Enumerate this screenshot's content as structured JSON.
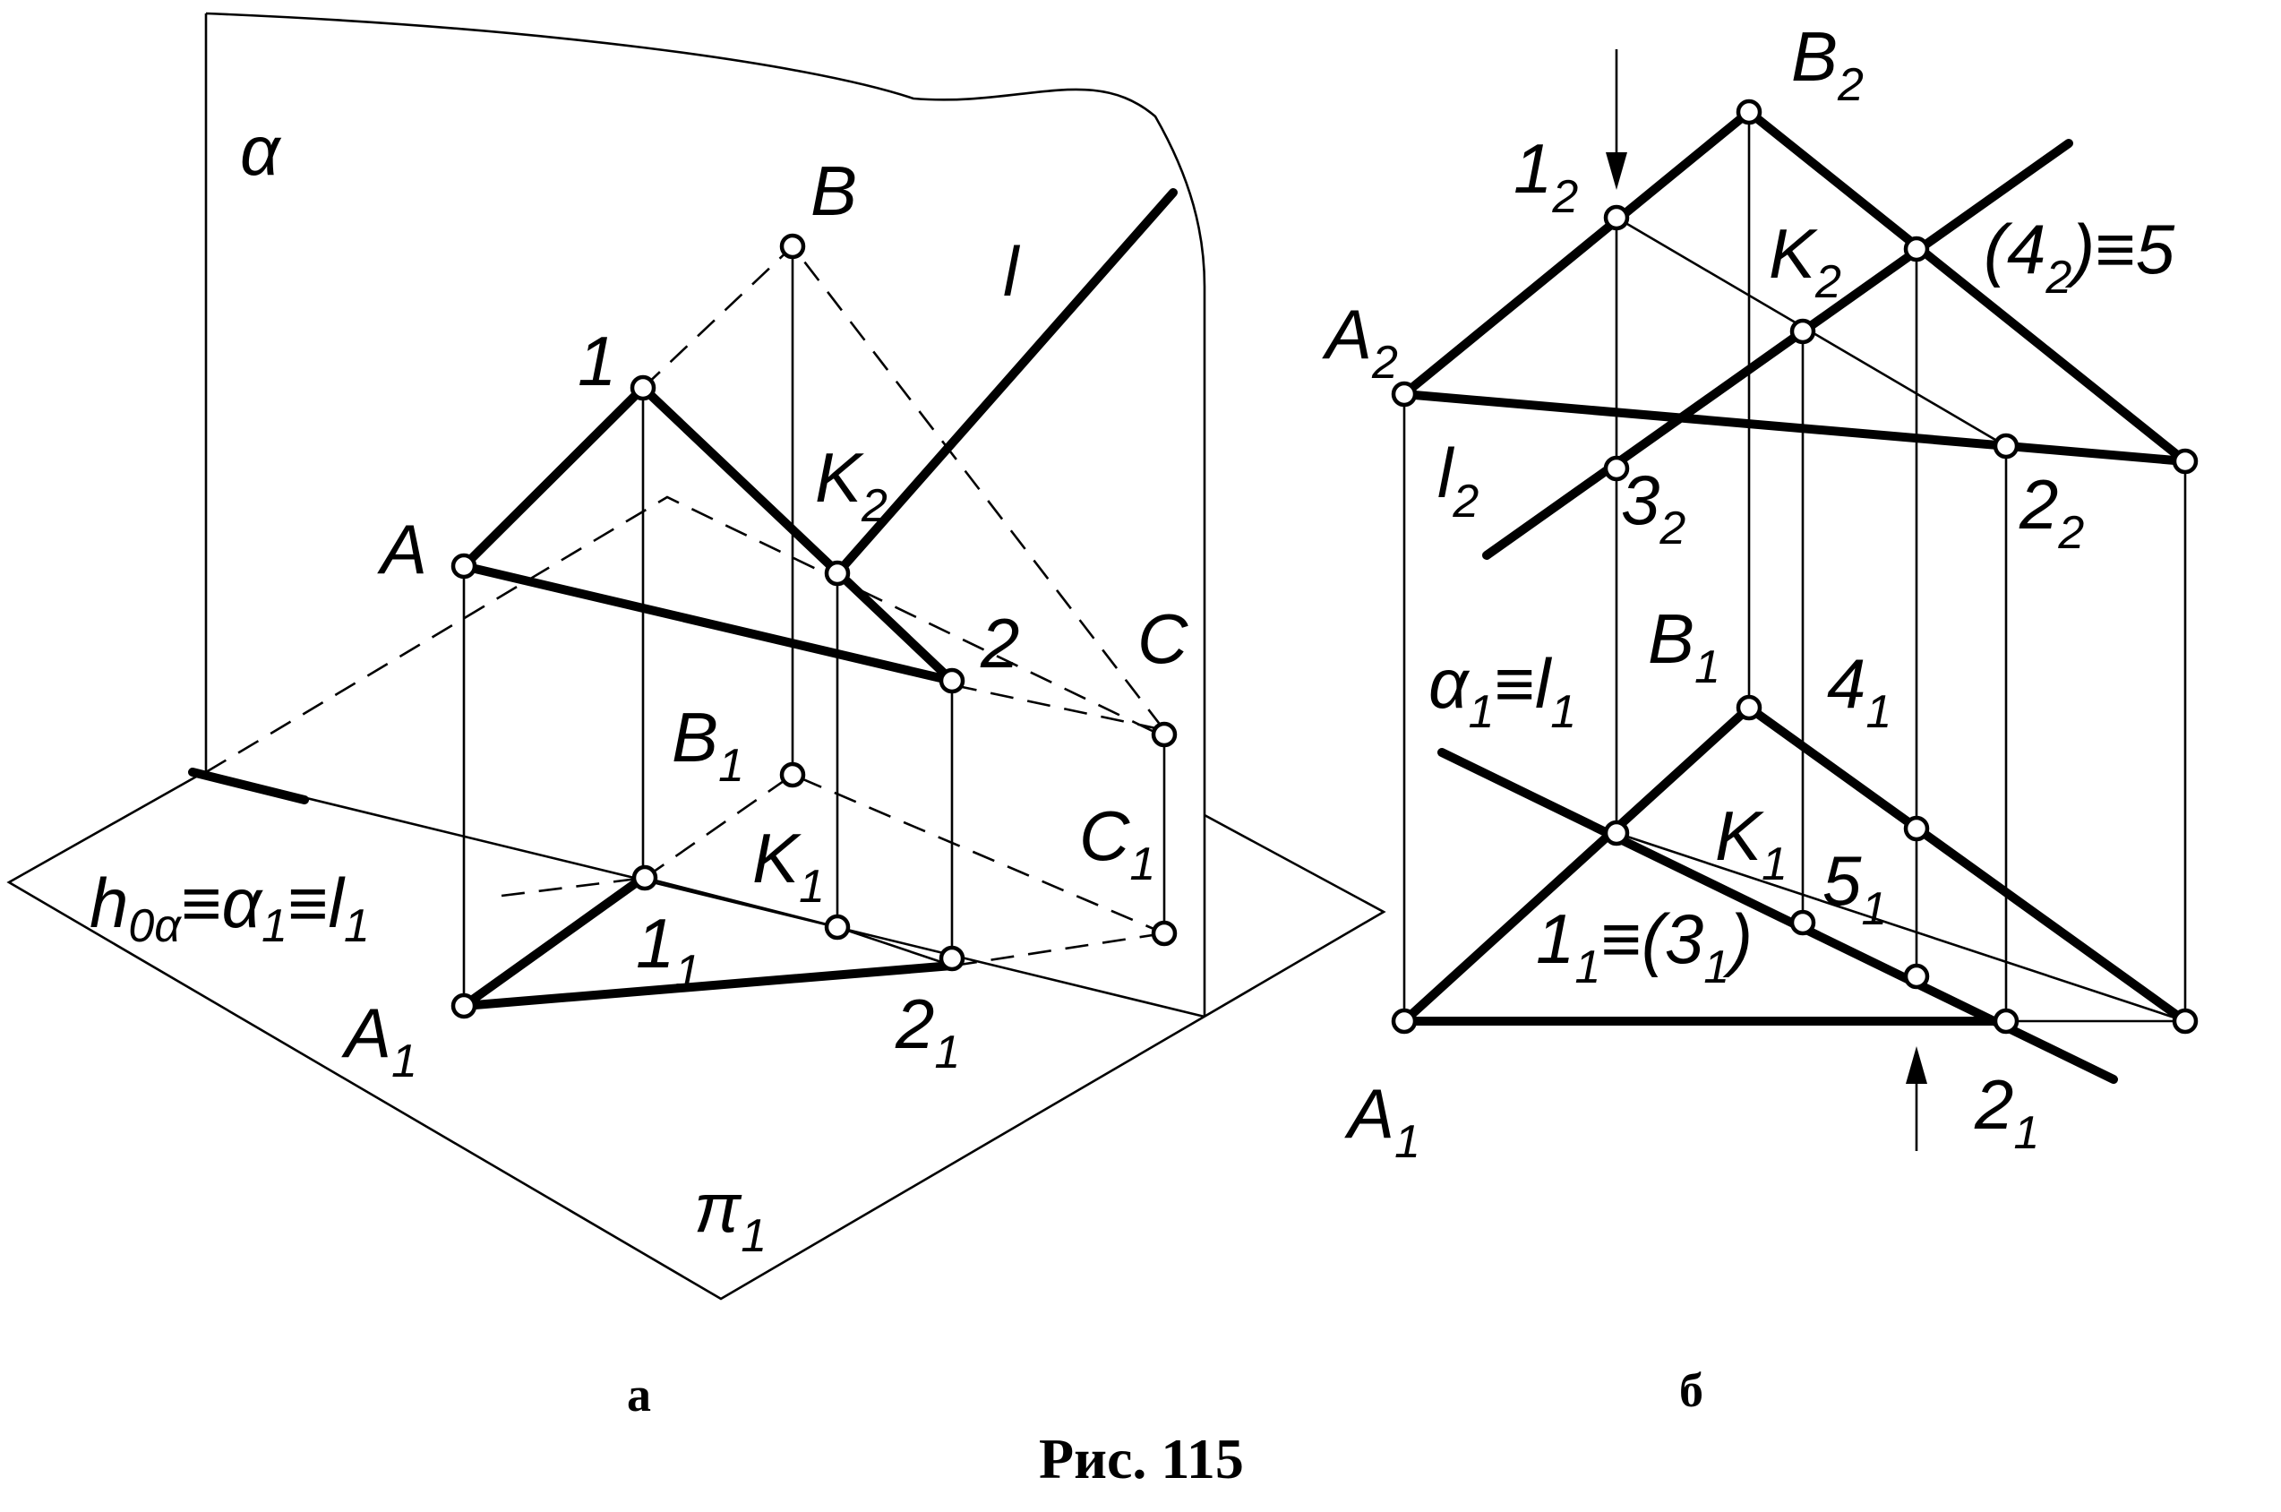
{
  "figure": {
    "caption": "Рис. 115",
    "part_a": "а",
    "part_b": "б"
  },
  "labels_a": {
    "alpha": "α",
    "B": "B",
    "l": "l",
    "one": "1",
    "A": "A",
    "K2": "K",
    "K2_sub": "2",
    "two": "2",
    "C": "C",
    "B1": "B",
    "B1_sub": "1",
    "C1": "C",
    "C1_sub": "1",
    "K1": "K",
    "K1_sub": "1",
    "trace_h": "h",
    "trace_h_sub": "0α",
    "trace_rest_a": "≡α",
    "trace_rest_a_sub": "1",
    "trace_rest_l": "≡l",
    "trace_rest_l_sub": "1",
    "pt11": "1",
    "pt11_sub": "1",
    "A1": "A",
    "A1_sub": "1",
    "pt21": "2",
    "pt21_sub": "1",
    "pi1": "π",
    "pi1_sub": "1"
  },
  "labels_b": {
    "B2": "B",
    "B2_sub": "2",
    "pt12": "1",
    "pt12_sub": "2",
    "K2": "K",
    "K2_sub": "2",
    "pt42": "(4",
    "pt42_sub": "2",
    "pt42_rest": ")≡5",
    "A2": "A",
    "A2_sub": "2",
    "l2": "l",
    "l2_sub": "2",
    "pt32": "3",
    "pt32_sub": "2",
    "pt22": "2",
    "pt22_sub": "2",
    "B1": "B",
    "B1_sub": "1",
    "pt41": "4",
    "pt41_sub": "1",
    "a1": "α",
    "a1_sub": "1",
    "a1_rest": "≡l",
    "a1_rest_sub": "1",
    "K1": "K",
    "K1_sub": "1",
    "pt51": "5",
    "pt51_sub": "1",
    "pt11": "1",
    "pt11_sub": "1",
    "pt11_rest": "≡(3",
    "pt11_rest_sub": "1",
    "pt11_close": ")",
    "A1": "A",
    "A1_sub": "1",
    "pt21": "2",
    "pt21_sub": "1"
  }
}
